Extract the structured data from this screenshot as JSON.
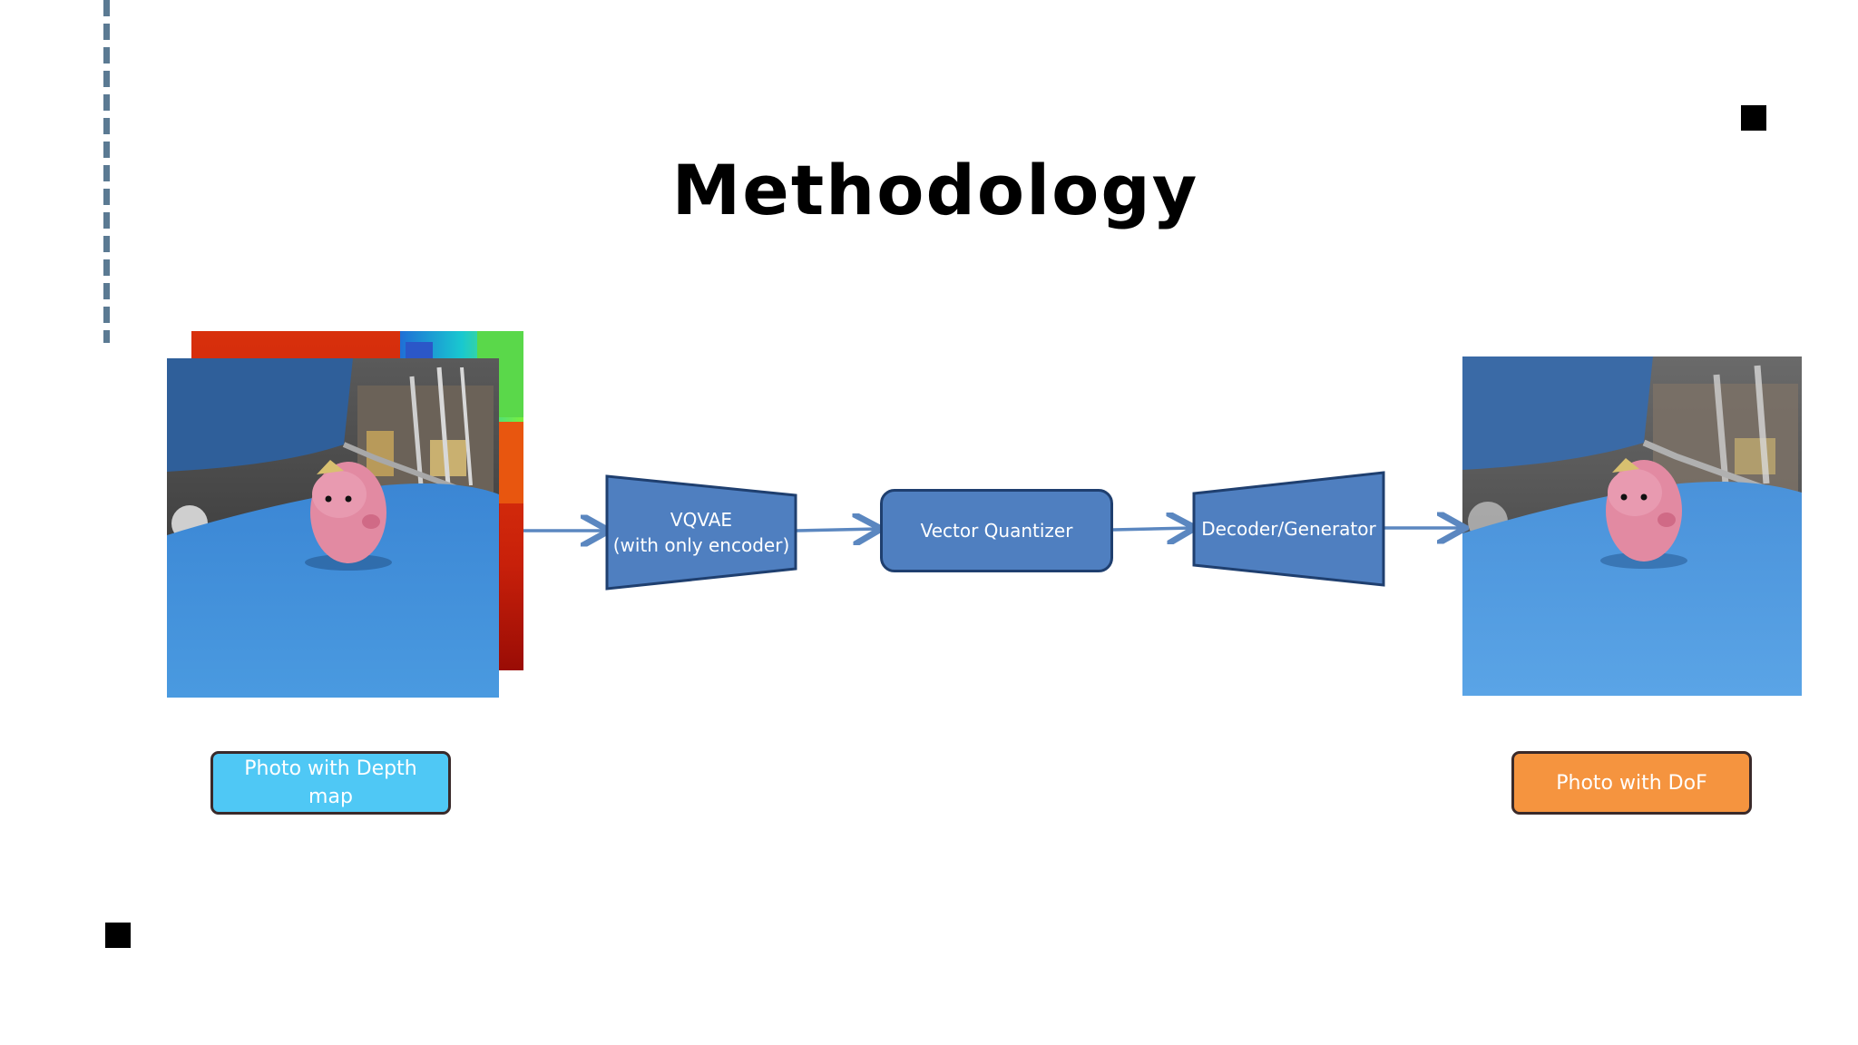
{
  "title": "Methodology",
  "colors": {
    "node_fill": "#4f7fc0",
    "node_stroke": "#1f3f6f",
    "arrow": "#5b87c0",
    "input_label_fill": "#4fc8f5",
    "output_label_fill": "#f5943f"
  },
  "nodes": {
    "encoder": {
      "line1": "VQVAE",
      "line2": "(with only encoder)"
    },
    "quantizer": {
      "label": "Vector Quantizer"
    },
    "decoder": {
      "label": "Decoder/Generator"
    }
  },
  "input": {
    "label": "Photo with Depth map"
  },
  "output": {
    "label": "Photo with DoF"
  }
}
